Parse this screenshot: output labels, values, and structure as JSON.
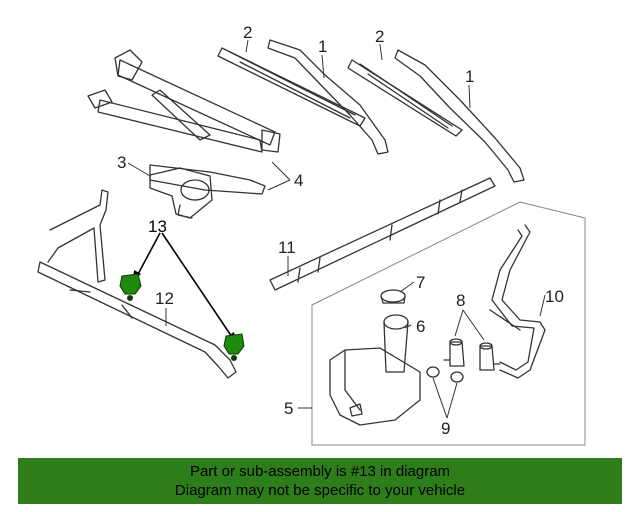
{
  "callouts": {
    "c1a": "1",
    "c1b": "1",
    "c2a": "2",
    "c2b": "2",
    "c3": "3",
    "c4": "4",
    "c5": "5",
    "c6": "6",
    "c7": "7",
    "c8": "8",
    "c9": "9",
    "c10": "10",
    "c11": "11",
    "c12": "12",
    "c13": "13"
  },
  "colors": {
    "highlight": "#2e7d1b",
    "part_green": "#1f8a0e",
    "line": "#333333",
    "box": "#888888"
  },
  "banner": {
    "line1": "Part or sub-assembly is #13 in diagram",
    "line2": "Diagram may not be specific to your vehicle"
  }
}
